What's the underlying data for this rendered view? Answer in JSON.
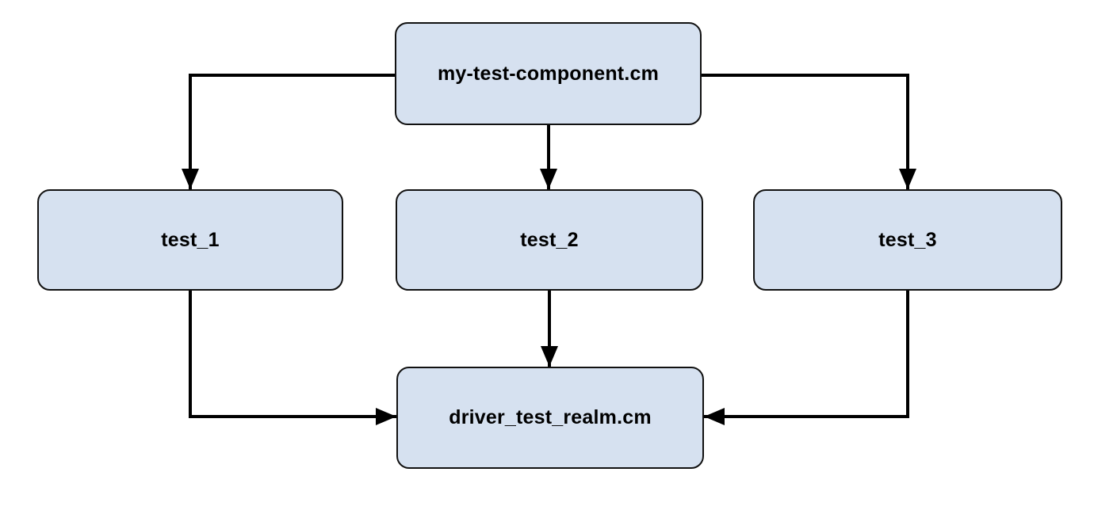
{
  "diagram": {
    "nodes": [
      {
        "id": "my-test-component",
        "label": "my-test-component.cm"
      },
      {
        "id": "test_1",
        "label": "test_1"
      },
      {
        "id": "test_2",
        "label": "test_2"
      },
      {
        "id": "test_3",
        "label": "test_3"
      },
      {
        "id": "driver_test_realm",
        "label": "driver_test_realm.cm"
      }
    ],
    "edges": [
      {
        "from": "my-test-component.cm",
        "to": "test_1"
      },
      {
        "from": "my-test-component.cm",
        "to": "test_2"
      },
      {
        "from": "my-test-component.cm",
        "to": "test_3"
      },
      {
        "from": "test_1",
        "to": "driver_test_realm.cm"
      },
      {
        "from": "test_2",
        "to": "driver_test_realm.cm"
      },
      {
        "from": "test_3",
        "to": "driver_test_realm.cm"
      }
    ],
    "colors": {
      "node_fill": "#d6e1f0",
      "node_border": "#111111",
      "arrow": "#000000",
      "background": "#ffffff",
      "text": "#000000"
    }
  }
}
